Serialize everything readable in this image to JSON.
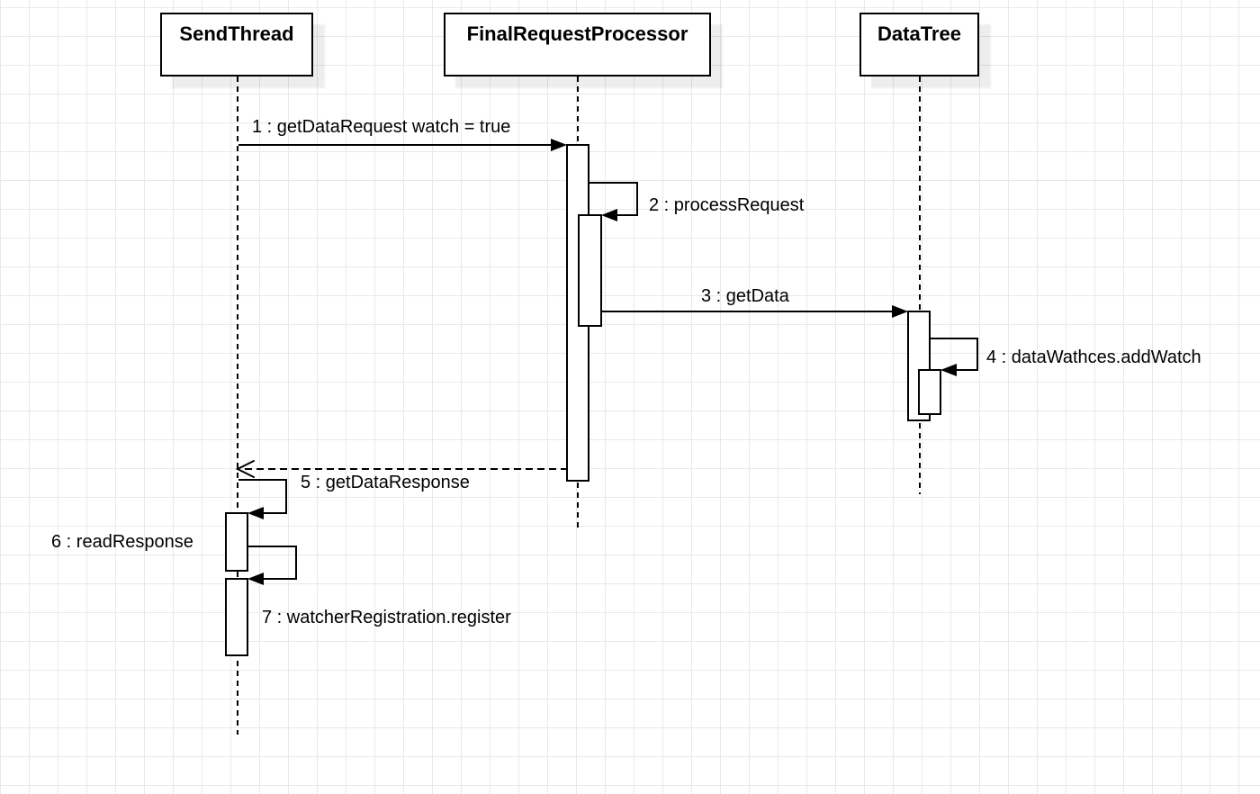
{
  "diagram": {
    "type": "uml-sequence-diagram",
    "background_color": "#ffffff",
    "grid_color": "#e9e9e9",
    "stroke_color": "#000000",
    "shape_fill_color": "#ffffff",
    "shadow_color": "rgba(0,0,0,0.07)"
  },
  "actors": [
    {
      "label": "SendThread"
    },
    {
      "label": "FinalRequestProcessor"
    },
    {
      "label": "DataTree"
    }
  ],
  "messages": [
    {
      "label": "1 : getDataRequest watch = true",
      "from": "SendThread",
      "to": "FinalRequestProcessor",
      "kind": "solid-call"
    },
    {
      "label": "2 : processRequest",
      "from": "FinalRequestProcessor",
      "to": "FinalRequestProcessor",
      "kind": "self-call"
    },
    {
      "label": "3 : getData",
      "from": "FinalRequestProcessor",
      "to": "DataTree",
      "kind": "solid-call"
    },
    {
      "label": "4 : dataWathces.addWatch",
      "from": "DataTree",
      "to": "DataTree",
      "kind": "self-call"
    },
    {
      "label": "5 : getDataResponse",
      "from": "FinalRequestProcessor",
      "to": "SendThread",
      "kind": "dashed-return"
    },
    {
      "label": "6 : readResponse",
      "from": "SendThread",
      "to": "SendThread",
      "kind": "self-call"
    },
    {
      "label": "7 : watcherRegistration.register",
      "from": "SendThread",
      "to": "SendThread",
      "kind": "self-call"
    }
  ]
}
